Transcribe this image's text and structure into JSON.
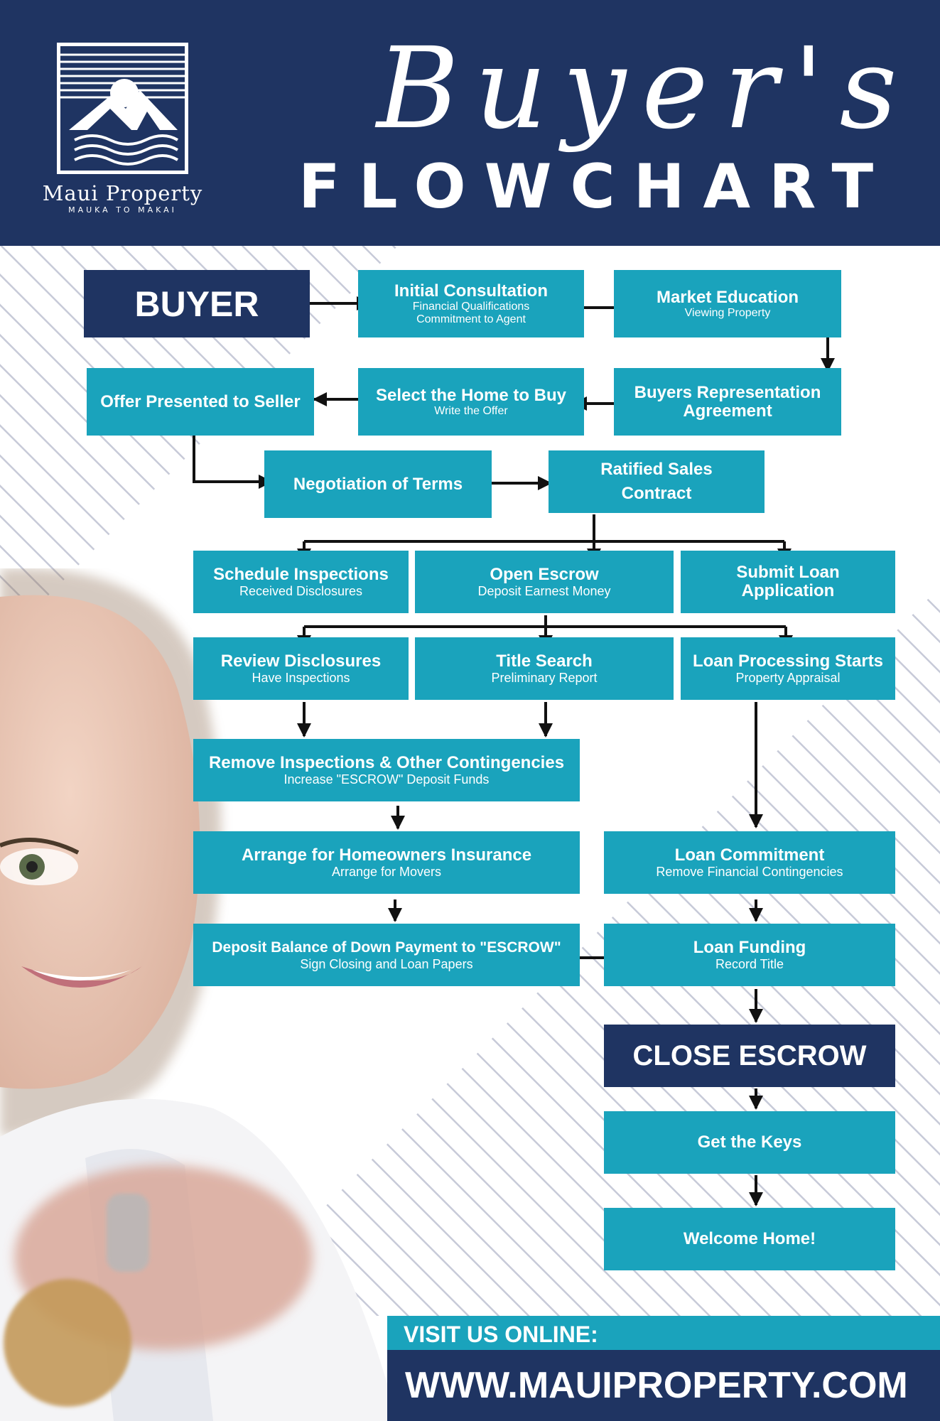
{
  "brand": {
    "name": "Maui Property",
    "tagline": "MAUKA TO MAKAI"
  },
  "title": {
    "script": "Buyer's",
    "bold": "FLOWCHART"
  },
  "steps": {
    "buyer": {
      "title": "BUYER"
    },
    "initial_consultation": {
      "title": "Initial Consultation",
      "sub1": "Financial Qualifications",
      "sub2": "Commitment to Agent"
    },
    "market_education": {
      "title": "Market Education",
      "sub": "Viewing Property"
    },
    "buyers_representation": {
      "title1": "Buyers Representation",
      "title2": "Agreement"
    },
    "select_home": {
      "title": "Select the Home to Buy",
      "sub": "Write the Offer"
    },
    "offer_presented": {
      "title": "Offer Presented to Seller"
    },
    "negotiation": {
      "title": "Negotiation of Terms"
    },
    "ratified_contract": {
      "title1": "Ratified Sales",
      "title2": "Contract"
    },
    "schedule_inspections": {
      "title": "Schedule Inspections",
      "sub": "Received Disclosures"
    },
    "open_escrow": {
      "title": "Open Escrow",
      "sub": "Deposit Earnest Money"
    },
    "submit_loan": {
      "title1": "Submit Loan",
      "title2": "Application"
    },
    "review_disclosures": {
      "title": "Review Disclosures",
      "sub": "Have Inspections"
    },
    "title_search": {
      "title": "Title Search",
      "sub": "Preliminary Report"
    },
    "loan_processing": {
      "title": "Loan Processing Starts",
      "sub": "Property Appraisal"
    },
    "remove_inspections": {
      "title": "Remove Inspections & Other Contingencies",
      "sub": "Increase \"ESCROW\" Deposit Funds"
    },
    "homeowners_insurance": {
      "title": "Arrange for Homeowners Insurance",
      "sub": "Arrange for Movers"
    },
    "loan_commitment": {
      "title": "Loan Commitment",
      "sub": "Remove Financial Contingencies"
    },
    "deposit_balance": {
      "title": "Deposit Balance of Down Payment to \"ESCROW\"",
      "sub": "Sign Closing and Loan Papers"
    },
    "loan_funding": {
      "title": "Loan Funding",
      "sub": "Record Title"
    },
    "close_escrow": {
      "title": "CLOSE ESCROW"
    },
    "get_keys": {
      "title": "Get the Keys"
    },
    "welcome_home": {
      "title": "Welcome Home!"
    }
  },
  "footer": {
    "visit_label": "VISIT US ONLINE:",
    "url": "WWW.MAUIPROPERTY.COM"
  },
  "colors": {
    "navy": "#1f3462",
    "teal": "#1aa3bc",
    "stripe": "#c7cad8"
  }
}
